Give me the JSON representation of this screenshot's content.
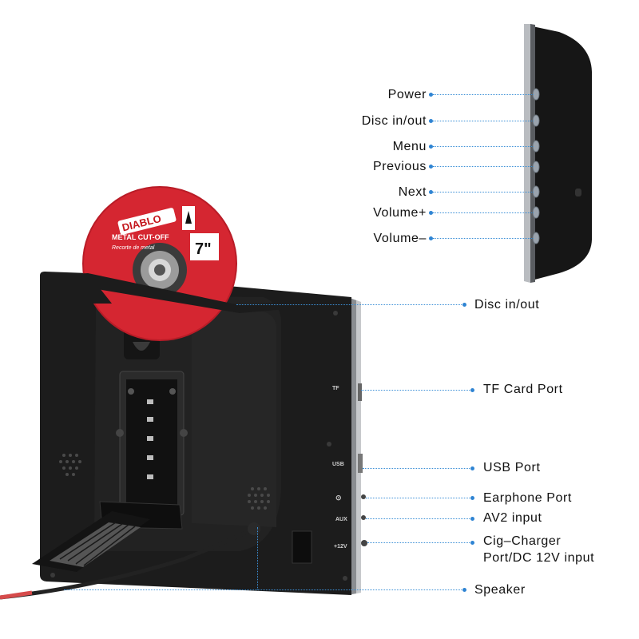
{
  "side_labels": {
    "power": "Power",
    "disc": "Disc in/out",
    "menu": "Menu",
    "previous": "Previous",
    "next": "Next",
    "volume_up": "Volume+",
    "volume_down": "Volume–"
  },
  "back_labels": {
    "disc": "Disc in/out",
    "tf_card": "TF Card Port",
    "usb": "USB Port",
    "earphone": "Earphone Port",
    "av2": "AV2 input",
    "charger_line1": "Cig–Charger",
    "charger_line2": "Port/DC 12V input",
    "speaker": "Speaker"
  },
  "device_markings": {
    "tf": "TF",
    "usb": "USB",
    "aux": "AUX",
    "dc": "+12V",
    "headphone_symbol": "⊙"
  },
  "disc": {
    "brand": "DIABLO",
    "product": "METAL CUT-OFF",
    "product_es": "Recorte de metal",
    "size": "7\""
  },
  "colors": {
    "accent": "#2f84d3",
    "disc_red": "#d52631",
    "device_body": "#1b1b1b"
  }
}
